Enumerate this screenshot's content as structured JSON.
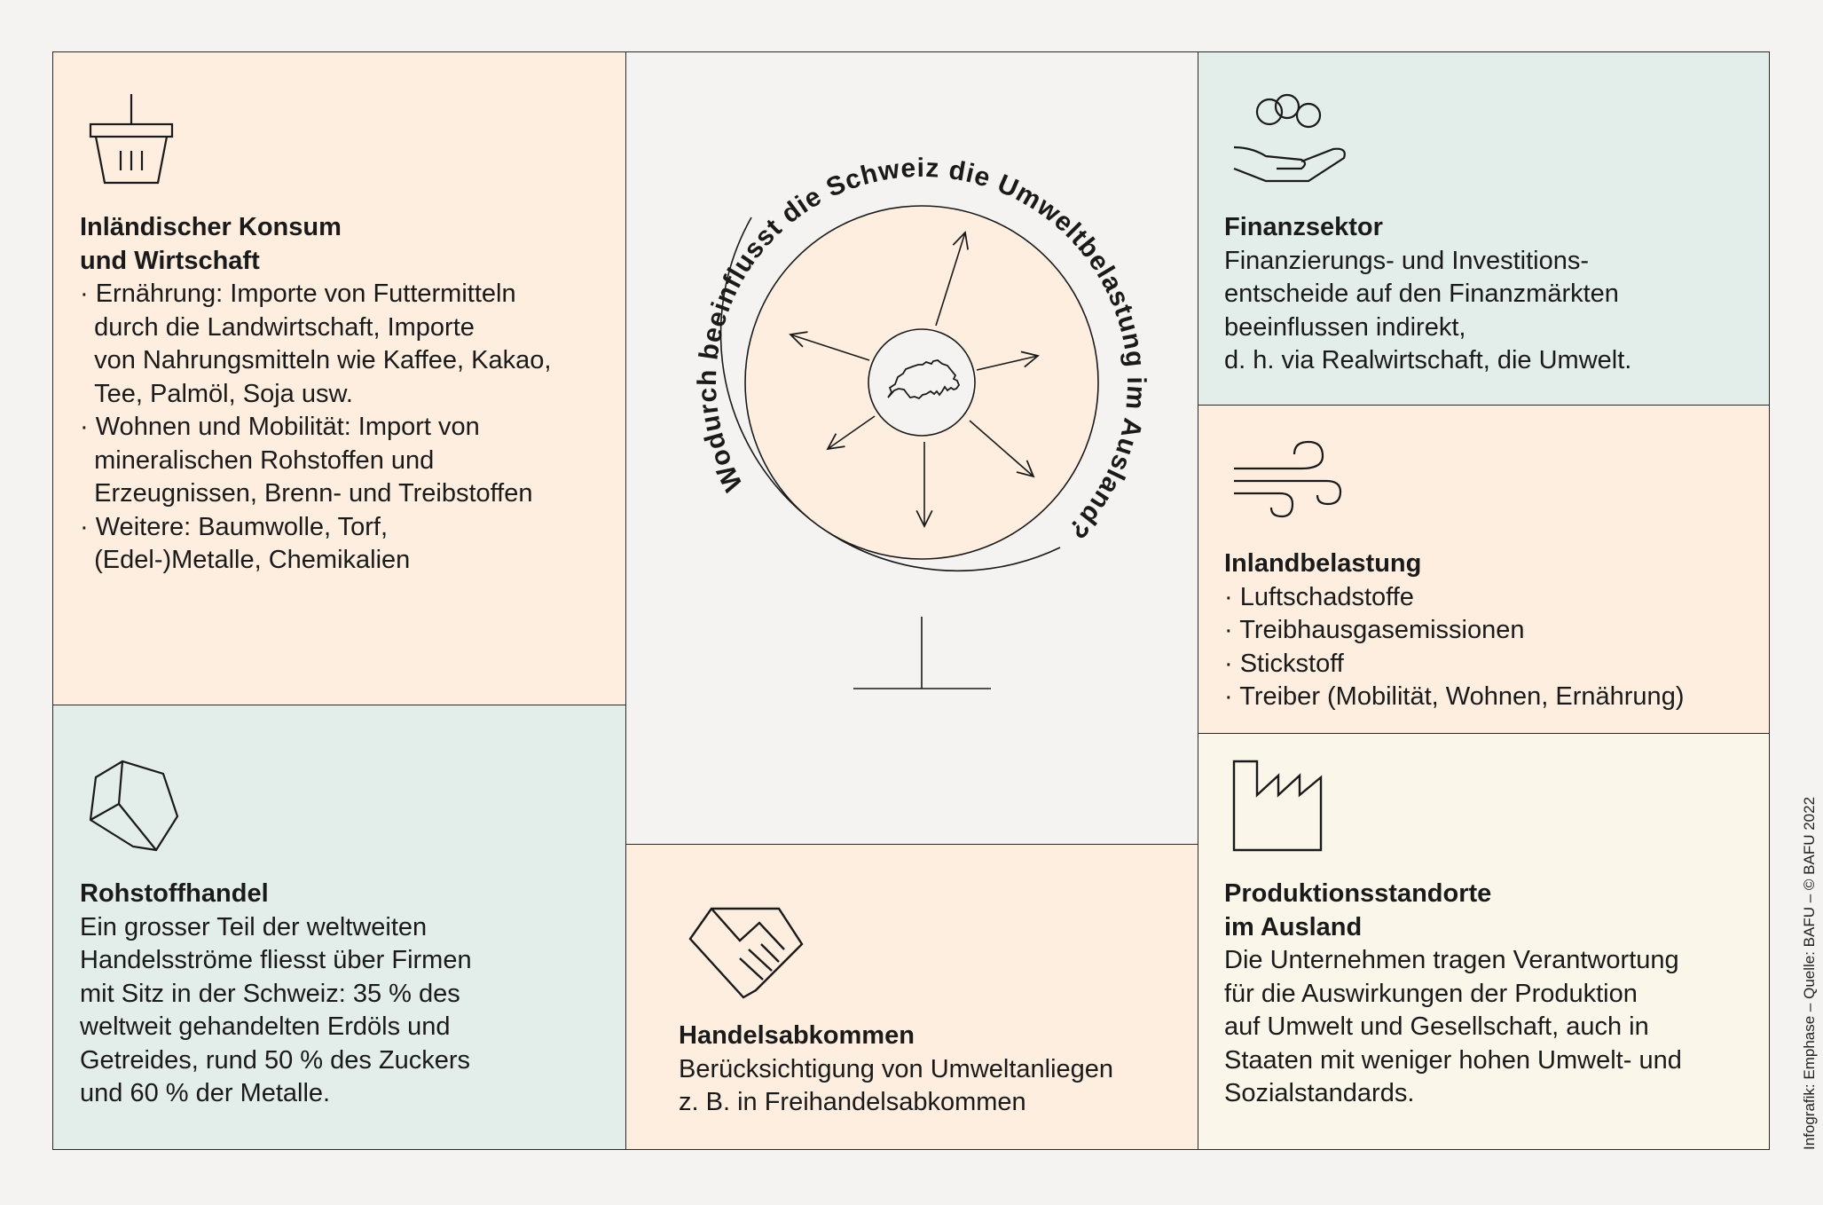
{
  "colors": {
    "background": "#f4f3f1",
    "peach": "#fdeee0",
    "blue": "#e3ede9",
    "cream": "#fbf6ea",
    "line": "#1a1a1a"
  },
  "globe": {
    "title": "Wodurch beeinflusst die Schweiz die Umweltbelastung im Ausland?",
    "center_icon": "switzerland-map-icon"
  },
  "panels": {
    "konsum": {
      "icon": "basket-icon",
      "heading": [
        "Inländischer Konsum",
        "und Wirtschaft"
      ],
      "bullets": [
        [
          "Ernährung: Importe von Futtermitteln",
          "durch die Landwirtschaft, Importe",
          "von Nahrungsmitteln wie Kaffee, Kakao,",
          "Tee, Palmöl, Soja usw."
        ],
        [
          "Wohnen und Mobilität: Import von",
          "mineralischen Rohstoffen und",
          "Erzeugnissen, Brenn- und Treibstoffen"
        ],
        [
          "Weitere: Baumwolle, Torf,",
          "(Edel-)Metalle, Chemikalien"
        ]
      ]
    },
    "rohstoff": {
      "icon": "rock-icon",
      "heading": [
        "Rohstoffhandel"
      ],
      "lines": [
        "Ein grosser Teil der weltweiten",
        "Handelsströme fliesst über Firmen",
        "mit Sitz in der Schweiz: 35 % des",
        "weltweit gehandelten Erdöls und",
        "Getreides, rund 50 % des Zuckers",
        "und 60 % der Metalle."
      ]
    },
    "handel": {
      "icon": "handshake-icon",
      "heading": [
        "Handelsabkommen"
      ],
      "lines": [
        "Berücksichtigung von Umweltanliegen",
        "z. B. in Freihandelsabkommen"
      ]
    },
    "finanz": {
      "icon": "hand-with-coins-icon",
      "heading": [
        "Finanzsektor"
      ],
      "lines": [
        "Finanzierungs- und Investitions-",
        "entscheide auf den Finanzmärkten",
        "beeinflussen indirekt,",
        "d. h. via Realwirtschaft, die Umwelt."
      ]
    },
    "inland": {
      "icon": "wind-icon",
      "heading": [
        "Inlandbelastung"
      ],
      "bullets": [
        [
          "Luftschadstoffe"
        ],
        [
          "Treibhausgasemissionen"
        ],
        [
          "Stickstoff"
        ],
        [
          "Treiber (Mobilität, Wohnen, Ernährung)"
        ]
      ]
    },
    "produktion": {
      "icon": "factory-icon",
      "heading": [
        "Produktionsstandorte",
        "im Ausland"
      ],
      "lines": [
        "Die Unternehmen tragen Verantwortung",
        "für die Auswirkungen der Produktion",
        "auf Umwelt und Gesellschaft, auch in",
        "Staaten mit weniger hohen Umwelt- und",
        "Sozialstandards."
      ]
    }
  },
  "credit": "Infografik: Emphase – Quelle: BAFU – © BAFU 2022"
}
